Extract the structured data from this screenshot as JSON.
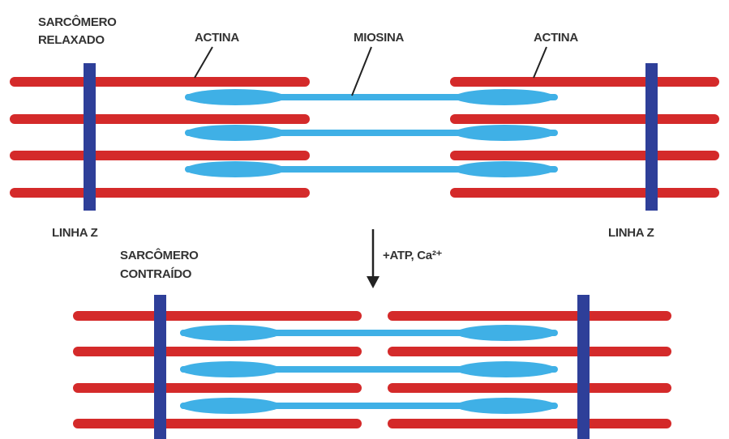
{
  "labels": {
    "relaxed_line1": "SARCÔMERO",
    "relaxed_line2": "RELAXADO",
    "actin_left": "ACTINA",
    "myosin": "MIOSINA",
    "actin_right": "ACTINA",
    "z_line_left": "LINHA Z",
    "z_line_right": "LINHA Z",
    "contracted_line1": "SARCÔMERO",
    "contracted_line2": "CONTRAÍDO",
    "reaction": "+ATP, Ca²⁺"
  },
  "colors": {
    "actin": "#d42a2a",
    "myosin": "#3fb0e6",
    "z_line": "#2e3f99",
    "text": "#333333",
    "pointer": "#222222"
  }
}
